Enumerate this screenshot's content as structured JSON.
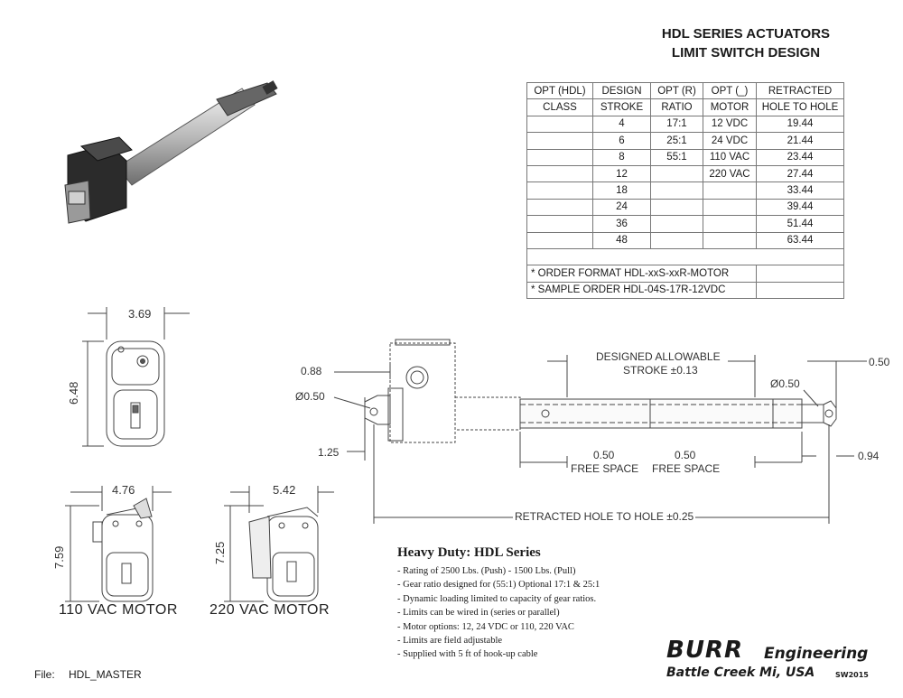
{
  "header": {
    "title_line1": "HDL SERIES ACTUATORS",
    "title_line2": "LIMIT SWITCH DESIGN"
  },
  "spec_table": {
    "header_row1": [
      "OPT (HDL)",
      "DESIGN",
      "OPT (R)",
      "OPT (_)",
      "RETRACTED"
    ],
    "header_row2": [
      "CLASS",
      "STROKE",
      "RATIO",
      "MOTOR",
      "HOLE TO HOLE"
    ],
    "rows": [
      [
        "",
        "4",
        "17:1",
        "12 VDC",
        "19.44"
      ],
      [
        "",
        "6",
        "25:1",
        "24 VDC",
        "21.44"
      ],
      [
        "",
        "8",
        "55:1",
        "110 VAC",
        "23.44"
      ],
      [
        "",
        "12",
        "",
        "220 VAC",
        "27.44"
      ],
      [
        "",
        "18",
        "",
        "",
        "33.44"
      ],
      [
        "",
        "24",
        "",
        "",
        "39.44"
      ],
      [
        "",
        "36",
        "",
        "",
        "51.44"
      ],
      [
        "",
        "48",
        "",
        "",
        "63.44"
      ]
    ],
    "order_format": "* ORDER FORMAT   HDL-xxS-xxR-MOTOR",
    "sample_order": "* SAMPLE ORDER     HDL-04S-17R-12VDC"
  },
  "dimensions": {
    "front_width": "3.69",
    "front_height": "6.48",
    "m110_width": "4.76",
    "m110_height": "7.59",
    "m220_width": "5.42",
    "m220_height": "7.25",
    "side_088": "0.88",
    "side_hole_left": "Ø0.50",
    "side_125": "1.25",
    "designed_stroke_line1": "DESIGNED ALLOWABLE",
    "designed_stroke_line2": "STROKE ±0.13",
    "rod_hole": "Ø0.50",
    "right_050": "0.50",
    "right_094": "0.94",
    "free_space_left_value": "0.50",
    "free_space_left_label": "FREE SPACE",
    "free_space_right_value": "0.50",
    "free_space_right_label": "FREE SPACE",
    "retracted": "RETRACTED HOLE TO HOLE ±0.25"
  },
  "motor_labels": {
    "m110": "110 VAC MOTOR",
    "m220": "220 VAC MOTOR"
  },
  "notes": {
    "title": "Heavy Duty: HDL Series",
    "items": [
      "-  Rating of  2500 Lbs. (Push) - 1500 Lbs. (Pull)",
      "- Gear ratio designed for (55:1) Optional 17:1 & 25:1",
      "- Dynamic loading limited to capacity of gear ratios.",
      "- Limits can be wired in (series or parallel)",
      "- Motor options: 12, 24 VDC    or  110, 220 VAC",
      "- Limits are field adjustable",
      "- Supplied with 5 ft of hook-up cable"
    ]
  },
  "footer": {
    "file_label": "File:",
    "file_name": "HDL_MASTER",
    "brand_main": "BURR",
    "brand_sub": "Engineering",
    "location": "Battle Creek Mi, USA",
    "code": "SW2015"
  }
}
